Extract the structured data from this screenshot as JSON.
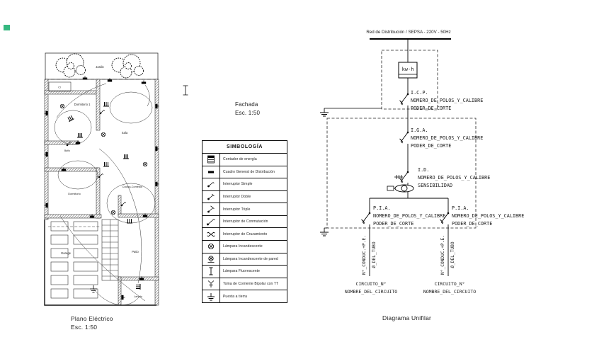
{
  "corner_marker": {
    "color": "#35b880",
    "css": "background:#35b880"
  },
  "floor_plan": {
    "title": "Plano Eléctrico",
    "scale": "Esc. 1:50",
    "rooms": {
      "jardin": "Jardin",
      "closet": "Cl",
      "dormitorio1": "Dormitorio 1",
      "sala": "Sala",
      "bano": "Baño",
      "dormitorio2": "Dormitorio",
      "cocina_comedor": "Cocina-Comedor",
      "garage": "Garage",
      "patio": "Patio",
      "lavado": "Lavado"
    }
  },
  "fachada": {
    "title": "Fachada",
    "scale": "Esc. 1:50"
  },
  "legend": {
    "title": "SIMBOLOGÍA",
    "items": [
      {
        "icon": "energy-meter-icon",
        "label": "Contador de energía"
      },
      {
        "icon": "distribution-board-icon",
        "label": "Cuadro General de Distribución"
      },
      {
        "icon": "single-switch-icon",
        "label": "Interruptor Simple"
      },
      {
        "icon": "double-switch-icon",
        "label": "Interruptor Doble"
      },
      {
        "icon": "triple-switch-icon",
        "label": "Interruptor Triple"
      },
      {
        "icon": "commutation-switch-icon",
        "label": "Interruptor de Conmutación"
      },
      {
        "icon": "crossing-switch-icon",
        "label": "Interruptor de Cruzamiento"
      },
      {
        "icon": "incandescent-lamp-icon",
        "label": "Lámpara Incandescente"
      },
      {
        "icon": "wall-lamp-icon",
        "label": "Lámpara Incandescente de pared"
      },
      {
        "icon": "fluorescent-lamp-icon",
        "label": "Lámpara Fluorescente"
      },
      {
        "icon": "socket-tt-icon",
        "label": "Toma de Corriente Bipolar con TT"
      },
      {
        "icon": "earth-icon",
        "label": "Puesta a tierra"
      }
    ]
  },
  "diagram": {
    "title": "Diagrama Unifilar",
    "supply_label": "Red de Distribución / SEPSA - 220V - 50Hz",
    "meter_label": "kw-h",
    "icp": {
      "name": "I.C.P.",
      "spec1": "NOMERO_DE_POLOS_Y_CALIBRE",
      "spec2": "PODER_DE_CORTE"
    },
    "iga": {
      "name": "I.G.A.",
      "spec1": "NOMERO_DE_POLOS_Y_CALIBRE",
      "spec2": "PODER_DE_CORTE"
    },
    "id": {
      "name": "I.D.",
      "spec1": "NOMERO_DE_POLOS_Y_CALIBRE",
      "spec2": "SENSIBILIDAD"
    },
    "pia_left": {
      "name": "P.I.A.",
      "spec1": "NOMERO_DE_POLOS_Y_CALIBRE",
      "spec2": "PODER_DE_CORTE"
    },
    "pia_right": {
      "name": "P.I.A.",
      "spec1": "NOMERO_DE_POLOS_Y_CALIBRE",
      "spec2": "PODER_DE_CORTE"
    },
    "branch_left": {
      "conductors": "N°_CONDUC.+P.E.",
      "tube": "Ø_DEL_TUBO",
      "circuit_no": "CIRCUITO_N°",
      "circuit_name": "NOMBRE_DEL_CIRCUITO"
    },
    "branch_right": {
      "conductors": "N°_CONDUC.+P.E.",
      "tube": "Ø_DEL_TUBO",
      "circuit_no": "CIRCUITO_N°",
      "circuit_name": "NOMBRE_DEL_CIRCUITO"
    }
  }
}
